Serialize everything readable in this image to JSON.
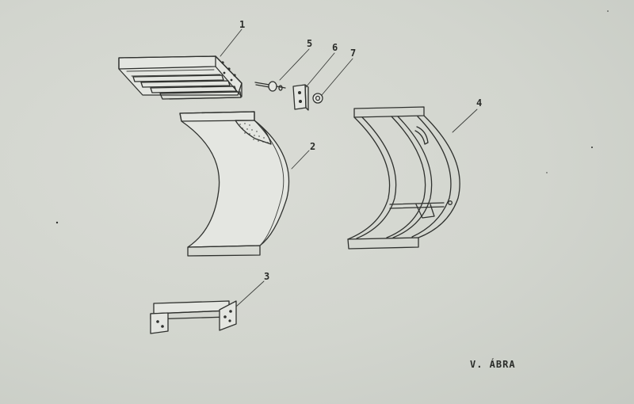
{
  "figure": {
    "caption": "V. ÁBRA",
    "callouts": [
      "1",
      "2",
      "3",
      "4",
      "5",
      "6",
      "7"
    ]
  },
  "colors": {
    "paper": "#d3d6cf",
    "ink": "#2f312e"
  }
}
